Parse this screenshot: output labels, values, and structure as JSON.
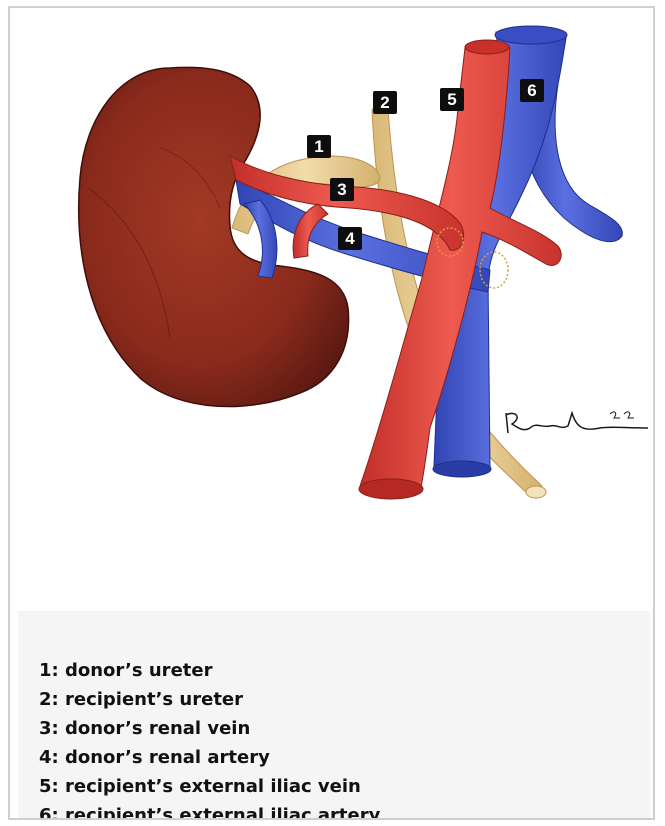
{
  "markers": [
    {
      "number": "1"
    },
    {
      "number": "2"
    },
    {
      "number": "3"
    },
    {
      "number": "4"
    },
    {
      "number": "5"
    },
    {
      "number": "6"
    }
  ],
  "legend": [
    {
      "text": "1: donor’s ureter"
    },
    {
      "text": "2: recipient’s ureter"
    },
    {
      "text": "3: donor’s renal vein"
    },
    {
      "text": "4: donor’s renal artery"
    },
    {
      "text": "5: recipient’s external iliac vein"
    },
    {
      "text": "6: recipient’s external iliac artery"
    }
  ],
  "colors": {
    "kidney": "#8a2a1c",
    "artery": "#e0473f",
    "vein": "#4a5fd0",
    "ureter": "#e8cc8e",
    "marker_bg": "#0e0e0e",
    "legend_bg": "#f5f5f5"
  }
}
